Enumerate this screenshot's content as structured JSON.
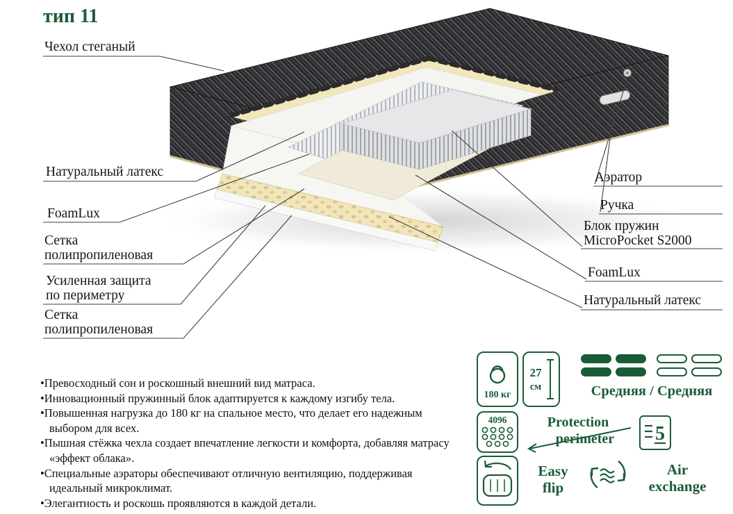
{
  "title": "тип 11",
  "colors": {
    "accent_green": "#1a5c38",
    "cover_dark": "#2b2b2e",
    "latex_cream": "#f2e6bb"
  },
  "diagram": {
    "left_labels": [
      {
        "lines": [
          "Чехол стеганый"
        ]
      },
      {
        "lines": [
          "Натуральный латекс"
        ]
      },
      {
        "lines": [
          "FoamLux"
        ]
      },
      {
        "lines": [
          "Сетка",
          "полипропиленовая"
        ]
      },
      {
        "lines": [
          "Усиленная защита",
          "по периметру"
        ]
      },
      {
        "lines": [
          "Сетка",
          "полипропиленовая"
        ]
      }
    ],
    "right_labels": [
      {
        "lines": [
          "Аэратор"
        ]
      },
      {
        "lines": [
          "Ручка"
        ]
      },
      {
        "lines": [
          "Блок пружин",
          "MicroPocket S2000"
        ]
      },
      {
        "lines": [
          "FoamLux"
        ]
      },
      {
        "lines": [
          "Натуральный латекс"
        ]
      }
    ]
  },
  "features": [
    "Превосходный сон и роскошный внешний вид матраса.",
    "Инновационный пружинный блок адаптируется к каждому изгибу тела.",
    "Повышенная нагрузка до 180 кг на спальное место, что делает его надежным выбором для всех.",
    "Пышная стёжка чехла создает впечатление легкости и комфорта, добавляя матрасу «эффект облака».",
    "Специальные аэраторы обеспечивают отличную вентиляцию, поддерживая идеальный микроклимат.",
    "Элегантность и роскошь проявляются в каждой детали."
  ],
  "specs": {
    "max_load": "180 кг",
    "height_value": "27",
    "height_unit": "см",
    "firmness": "Средняя / Средняя",
    "springs_count": "4096",
    "protection": [
      "Protection",
      "perimeter"
    ],
    "zones": "5",
    "easy_flip": [
      "Easy",
      "flip"
    ],
    "air_exchange": [
      "Air",
      "exchange"
    ]
  }
}
